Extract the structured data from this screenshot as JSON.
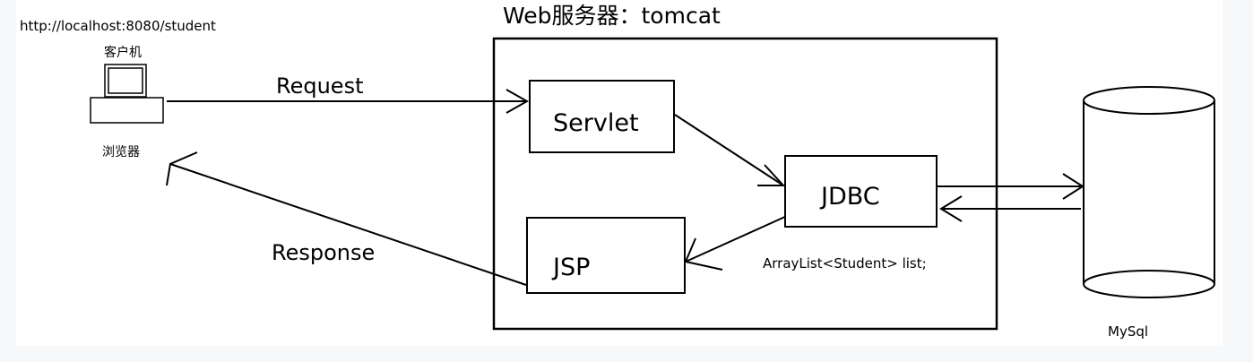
{
  "url": "http://localhost:8080/student",
  "client": {
    "top_label": "客户机",
    "bottom_label": "浏览器"
  },
  "server_title": "Web服务器：tomcat",
  "components": {
    "servlet": "Servlet",
    "jdbc": "JDBC",
    "jsp": "JSP"
  },
  "arrows": {
    "request": "Request",
    "response": "Response"
  },
  "code_note": "ArrayList<Student> list;",
  "database": "MySql",
  "colors": {
    "stroke": "#000000",
    "background": "#ffffff",
    "page": "#f7f8fa"
  }
}
